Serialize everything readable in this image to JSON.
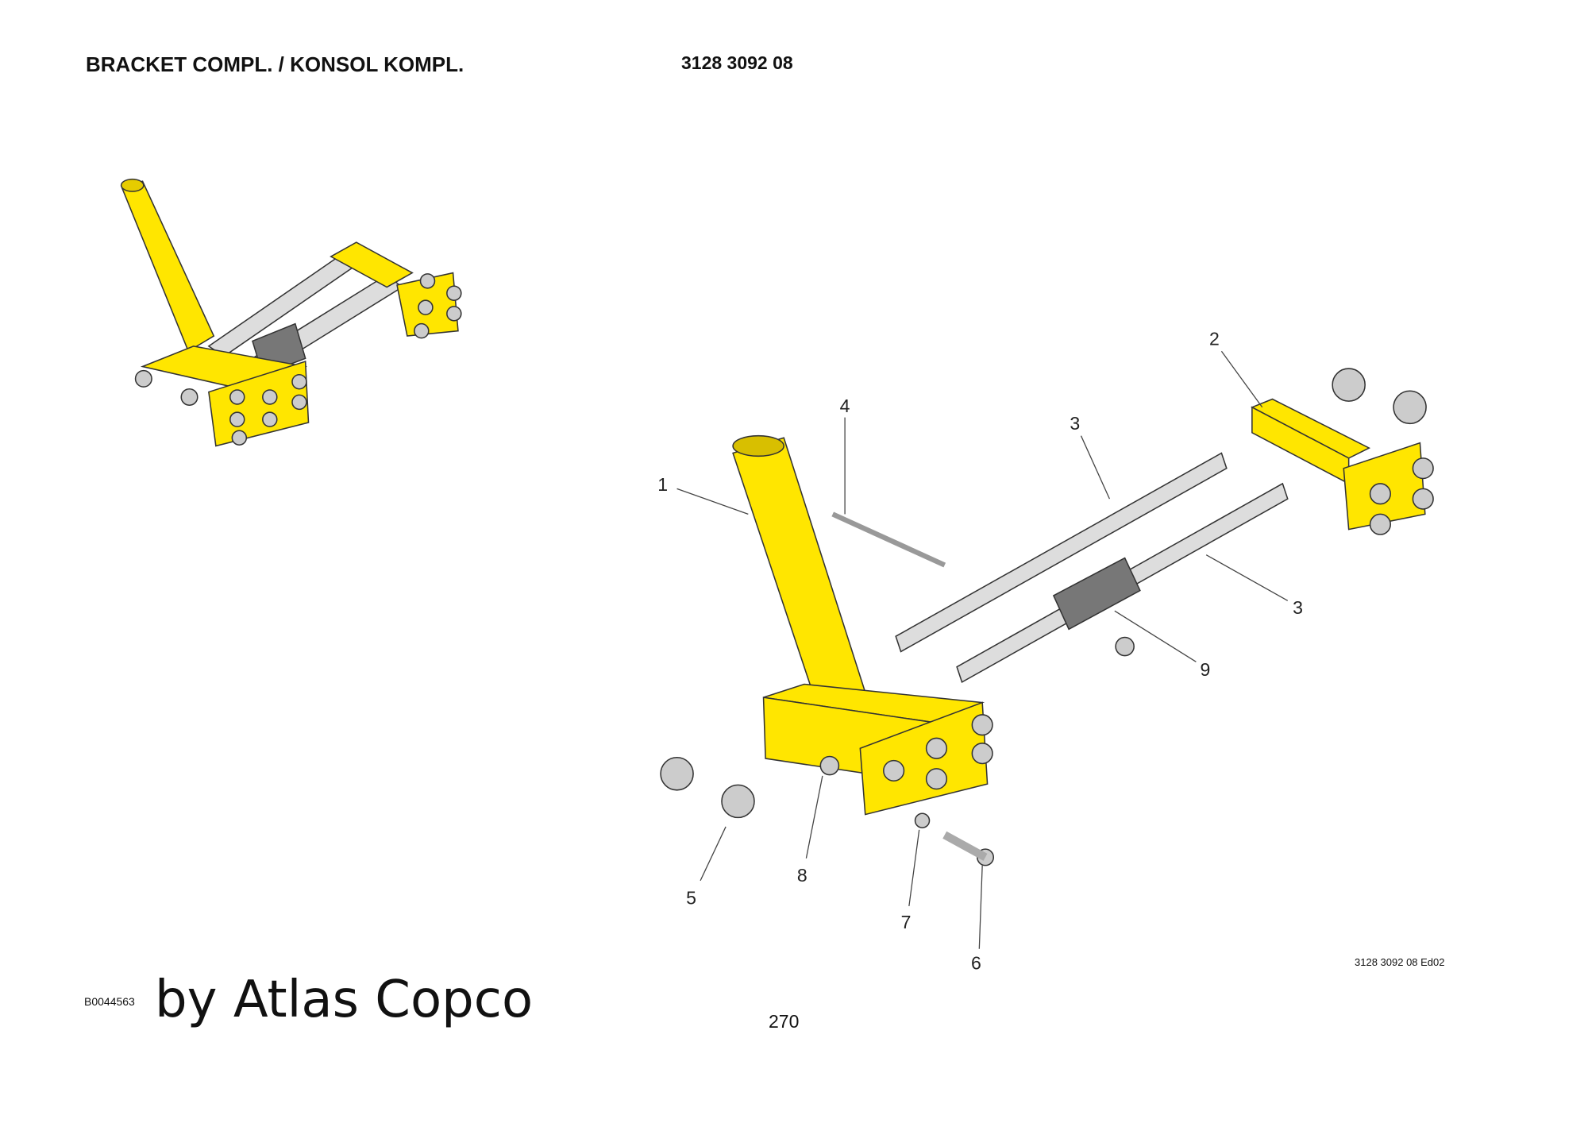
{
  "header": {
    "title": "BRACKET COMPL. / KONSOL KOMPL.",
    "part_number": "3128 3092 08"
  },
  "drawing": {
    "edition": "3128 3092 08 Ed02",
    "callouts": [
      "1",
      "2",
      "3",
      "3",
      "4",
      "5",
      "6",
      "7",
      "8",
      "9"
    ],
    "colors": {
      "bracket": "#ffe600",
      "rod": "#dcdcdc",
      "sleeve": "#777777"
    }
  },
  "footer": {
    "doc_id": "B0044563",
    "brand": "by Atlas Copco",
    "page": "270"
  }
}
